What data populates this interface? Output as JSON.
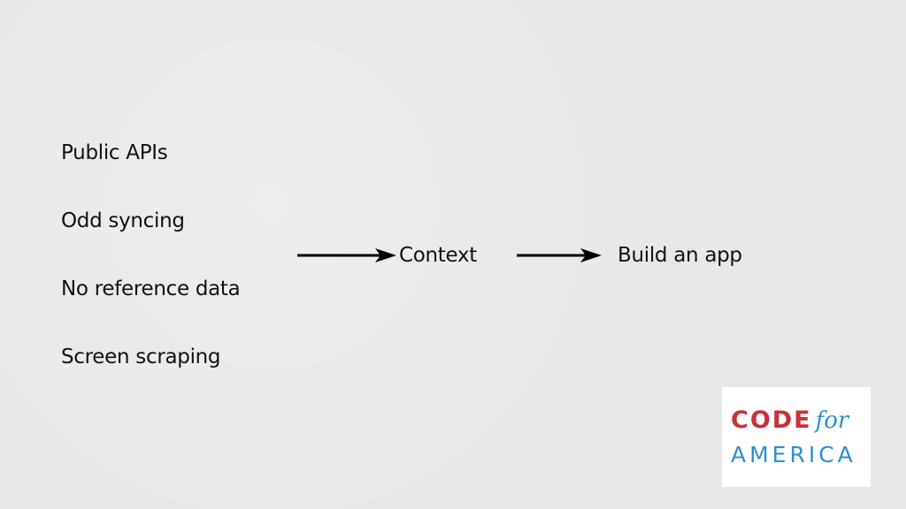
{
  "diagram": {
    "sources": [
      "Public APIs",
      "Odd syncing",
      "No reference data",
      "Screen scraping"
    ],
    "middle_node": "Context",
    "result_node": "Build an app",
    "arrow_color": "#000000"
  },
  "logo": {
    "code_text": "CODE",
    "for_text": "for",
    "america_text": "AMERICA",
    "red_color": "#c8303a",
    "blue_color": "#2f8fd0"
  },
  "background_color": "#e8e8e8"
}
